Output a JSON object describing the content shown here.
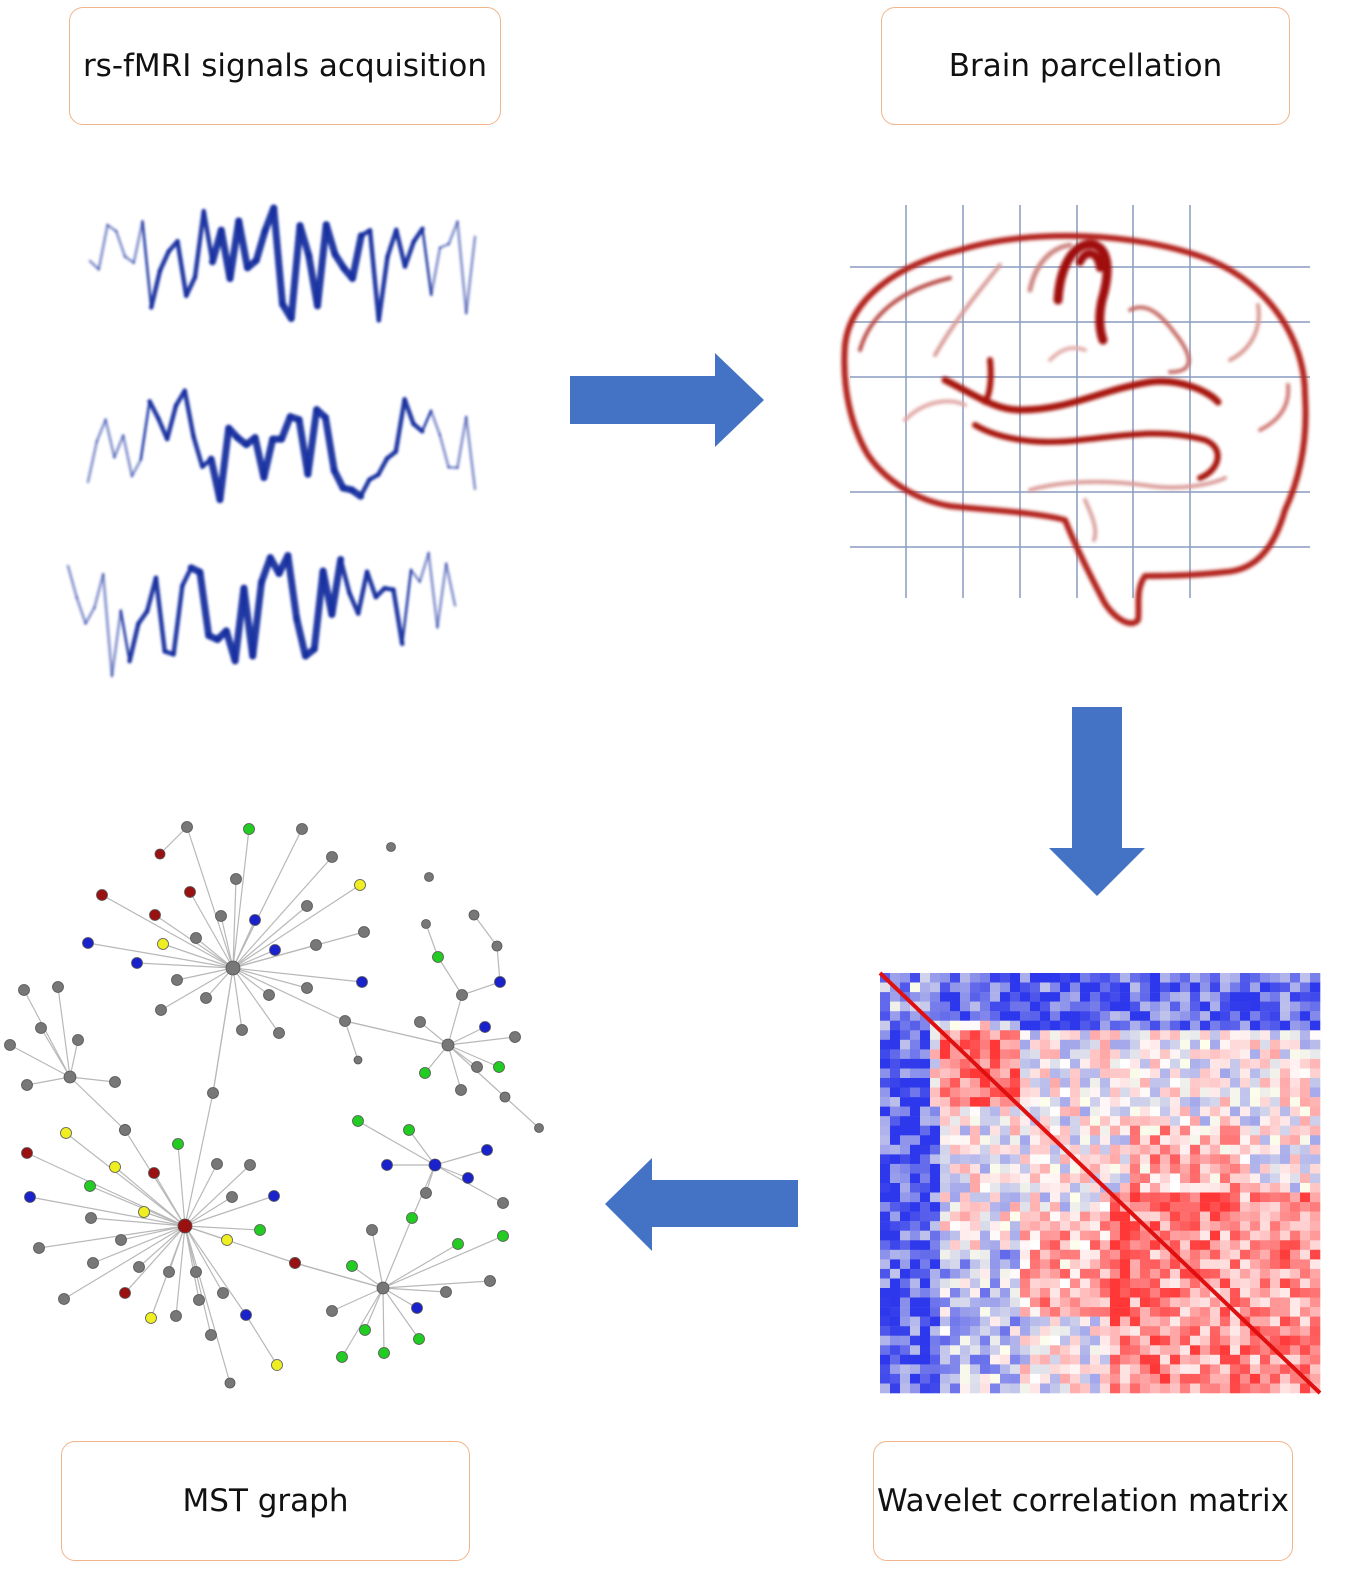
{
  "steps": {
    "signals": "rs-fMRI signals acquisition",
    "parcellation": "Brain parcellation",
    "matrix": "Wavelet correlation matrix",
    "mst": "MST graph"
  },
  "colors": {
    "box_border": "#f2b48a",
    "arrow": "#4472c4",
    "signal": "#1a2fa0",
    "brain": "#b0201a",
    "grid": "#8a9cc0",
    "matrix_positive": "#e02020",
    "matrix_negative": "#2030d0",
    "node_gray": "#777777",
    "node_green": "#22cc22",
    "node_blue": "#1a22cc",
    "node_red": "#991111",
    "node_yellow": "#eeee22"
  },
  "icons": [
    "right-arrow-icon",
    "down-arrow-icon",
    "left-arrow-icon"
  ]
}
